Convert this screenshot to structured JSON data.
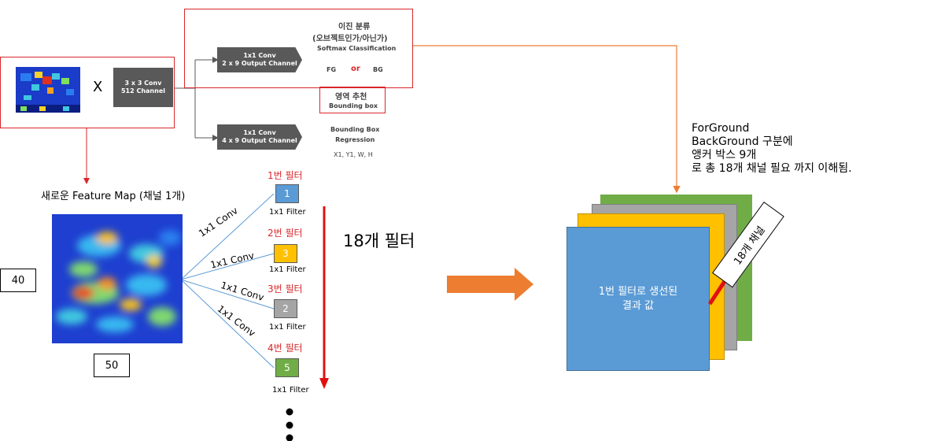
{
  "top_panel": {
    "conv3x3": "3 x 3 Conv\n512 Channel",
    "multiply": "X",
    "cls_conv": "1x1 Conv\n2 x 9 Output Channel",
    "reg_conv": "1x1 Conv\n4 x 9 Output Channel",
    "cls_title": "이진 분류",
    "cls_sub": "(오브젝트인가/아닌가)",
    "cls_method": "Softmax Classification",
    "fg": "FG",
    "or": "or",
    "bg": "BG",
    "region_title": "영역 추천",
    "region_sub": "Bounding box",
    "reg_title": "Bounding Box\nRegression",
    "reg_coords": "X1, Y1, W, H"
  },
  "feature_map": {
    "title": "새로운 Feature Map (채널 1개)",
    "height": "40",
    "width": "50"
  },
  "filters": [
    {
      "title": "1번 필터",
      "num": "1",
      "caption": "1x1 Filter",
      "color": "#5b9bd5"
    },
    {
      "title": "2번 필터",
      "num": "3",
      "caption": "1x1 Filter",
      "color": "#ffc000"
    },
    {
      "title": "3번 필터",
      "num": "2",
      "caption": "1x1 Filter",
      "color": "#a5a5a5"
    },
    {
      "title": "4번 필터",
      "num": "5",
      "caption": "1x1 Filter",
      "color": "#70ad47"
    }
  ],
  "conv_labels": [
    "1x1 Conv",
    "1x1 Conv",
    "1x1 Conv",
    "1x1 Conv"
  ],
  "filter_count": "18개 필터",
  "note": "ForGround\nBackGround  구분에\n앵커 박스 9개\n로 총 18개 채널 필요 까지 이해됨.",
  "stack": {
    "front_label": "1번 필터로 생선된\n결과 값",
    "channel_label": "18개 채널",
    "colors": [
      "#70ad47",
      "#a5a5a5",
      "#ffc000",
      "#5b9bd5"
    ]
  }
}
